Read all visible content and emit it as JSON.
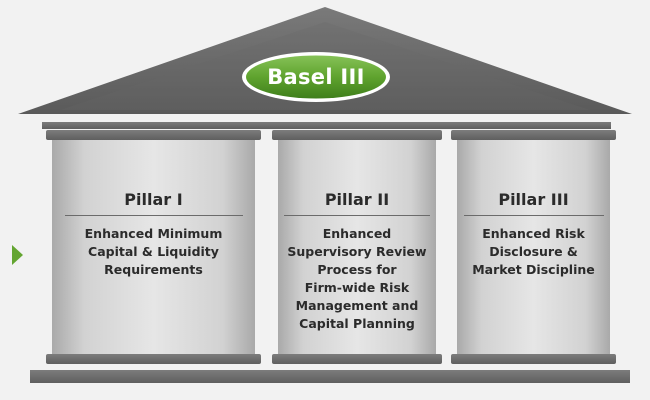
{
  "roof": {
    "title": "Basel III",
    "badge_color": "#63a531"
  },
  "pillars": [
    {
      "title": "Pillar I",
      "description": "Enhanced Minimum\nCapital & Liquidity\nRequirements"
    },
    {
      "title": "Pillar II",
      "description": "Enhanced\nSupervisory Review\nProcess for\nFirm-wide Risk\nManagement and\nCapital Planning"
    },
    {
      "title": "Pillar III",
      "description": "Enhanced Risk\nDisclosure &\nMarket Discipline"
    }
  ],
  "colors": {
    "structure": "#6e6e6e",
    "column": "#d9d9d9",
    "accent_arrow": "#63a531"
  },
  "icons": {
    "left_marker": "triangle-right-icon"
  }
}
